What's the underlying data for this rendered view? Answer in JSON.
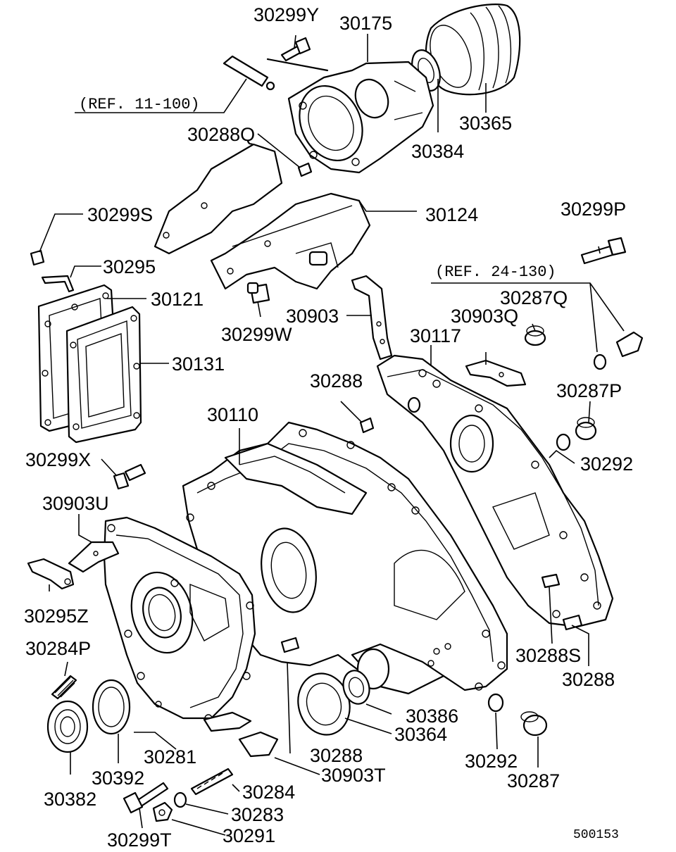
{
  "figure": {
    "drawing_code": "500153",
    "references": [
      {
        "id": "ref-11-100",
        "text": "(REF. 11-100)"
      },
      {
        "id": "ref-24-130",
        "text": "(REF. 24-130)"
      }
    ],
    "parts": [
      "30299Y",
      "30175",
      "30365",
      "30384",
      "30288Q",
      "30124",
      "30299S",
      "30295",
      "30121",
      "30131",
      "30299W",
      "30903",
      "30299P",
      "30287Q",
      "30903Q",
      "30117",
      "30287P",
      "30288",
      "30110",
      "30292",
      "30299X",
      "30903U",
      "30295Z",
      "30284P",
      "30288S",
      "30386",
      "30364",
      "30382",
      "30392",
      "30281",
      "30903T",
      "30284",
      "30283",
      "30299T",
      "30291",
      "30287"
    ],
    "callouts": [
      {
        "label": "30288",
        "occurrence": 1
      },
      {
        "label": "30288",
        "occurrence": 2
      },
      {
        "label": "30288",
        "occurrence": 3
      },
      {
        "label": "30292",
        "occurrence": 1
      },
      {
        "label": "30292",
        "occurrence": 2
      }
    ]
  }
}
